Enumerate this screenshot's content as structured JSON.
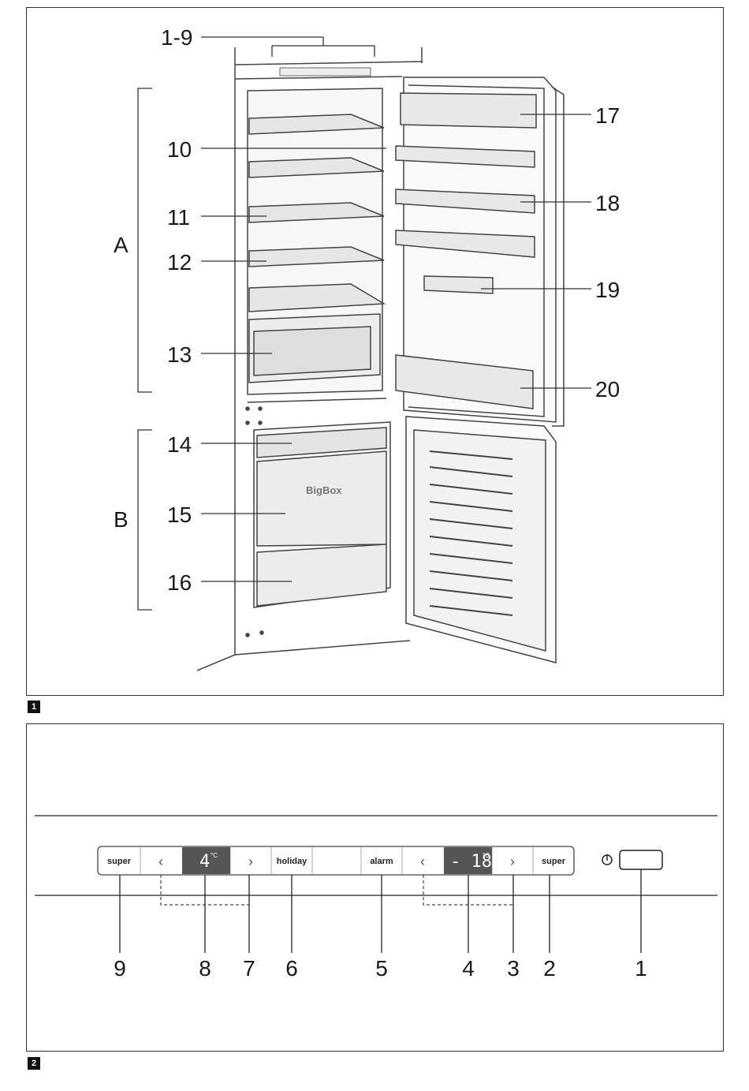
{
  "figure1": {
    "badge": "1",
    "callouts": [
      "1-9",
      "10",
      "11",
      "12",
      "13",
      "14",
      "15",
      "16",
      "17",
      "18",
      "19",
      "20"
    ],
    "groups": [
      "A",
      "B"
    ],
    "drawer_brand": "BigBox"
  },
  "figure2": {
    "badge": "2",
    "buttons": {
      "super_left": "super",
      "holiday": "holiday",
      "alarm": "alarm",
      "super_right": "super"
    },
    "fridge_display": "4",
    "freezer_display": "- 18",
    "unit": "°C",
    "callouts": [
      "9",
      "8",
      "7",
      "6",
      "5",
      "4",
      "3",
      "2",
      "1"
    ]
  }
}
